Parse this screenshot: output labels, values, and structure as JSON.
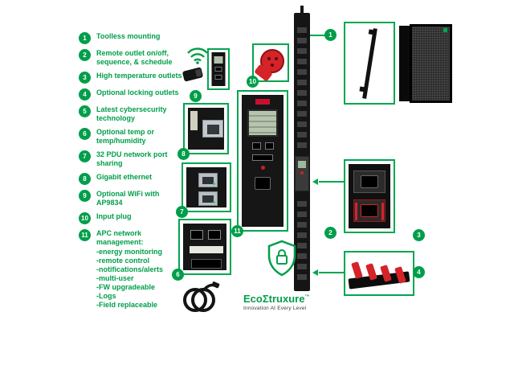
{
  "colors": {
    "brand_green": "#009E4A",
    "box_border_green": "#00A651",
    "product_black": "#151515",
    "accent_red": "#D5232A"
  },
  "features": [
    {
      "num": "1",
      "label": "Toolless mounting"
    },
    {
      "num": "2",
      "label": "Remote outlet on/off, sequence, & schedule"
    },
    {
      "num": "3",
      "label": "High temperature outlets"
    },
    {
      "num": "4",
      "label": "Optional locking outlets"
    },
    {
      "num": "5",
      "label": "Latest cybersecurity technology"
    },
    {
      "num": "6",
      "label": "Optional temp or temp/humidity"
    },
    {
      "num": "7",
      "label": "32 PDU network port sharing"
    },
    {
      "num": "8",
      "label": "Gigabit ethernet"
    },
    {
      "num": "9",
      "label": "Optional WiFi with AP9834"
    },
    {
      "num": "10",
      "label": "Input plug"
    },
    {
      "num": "11",
      "label": "APC network management:",
      "sub_items": [
        "-energy monitoring",
        "-remote control",
        "-notifications/alerts",
        "-multi-user",
        "-FW upgradeable",
        "-Logs",
        "-Field replaceable"
      ]
    }
  ],
  "logo": {
    "brand_pre": "Eco",
    "brand_glyph": "Σ",
    "brand_post": "truxure",
    "trademark": "™",
    "tagline": "Innovation At Every Level"
  },
  "icons": {
    "wifi": "wifi-signal-icon",
    "cybersecurity": "shield-lock-icon",
    "arrowhead": "callout-arrowhead-icon"
  }
}
